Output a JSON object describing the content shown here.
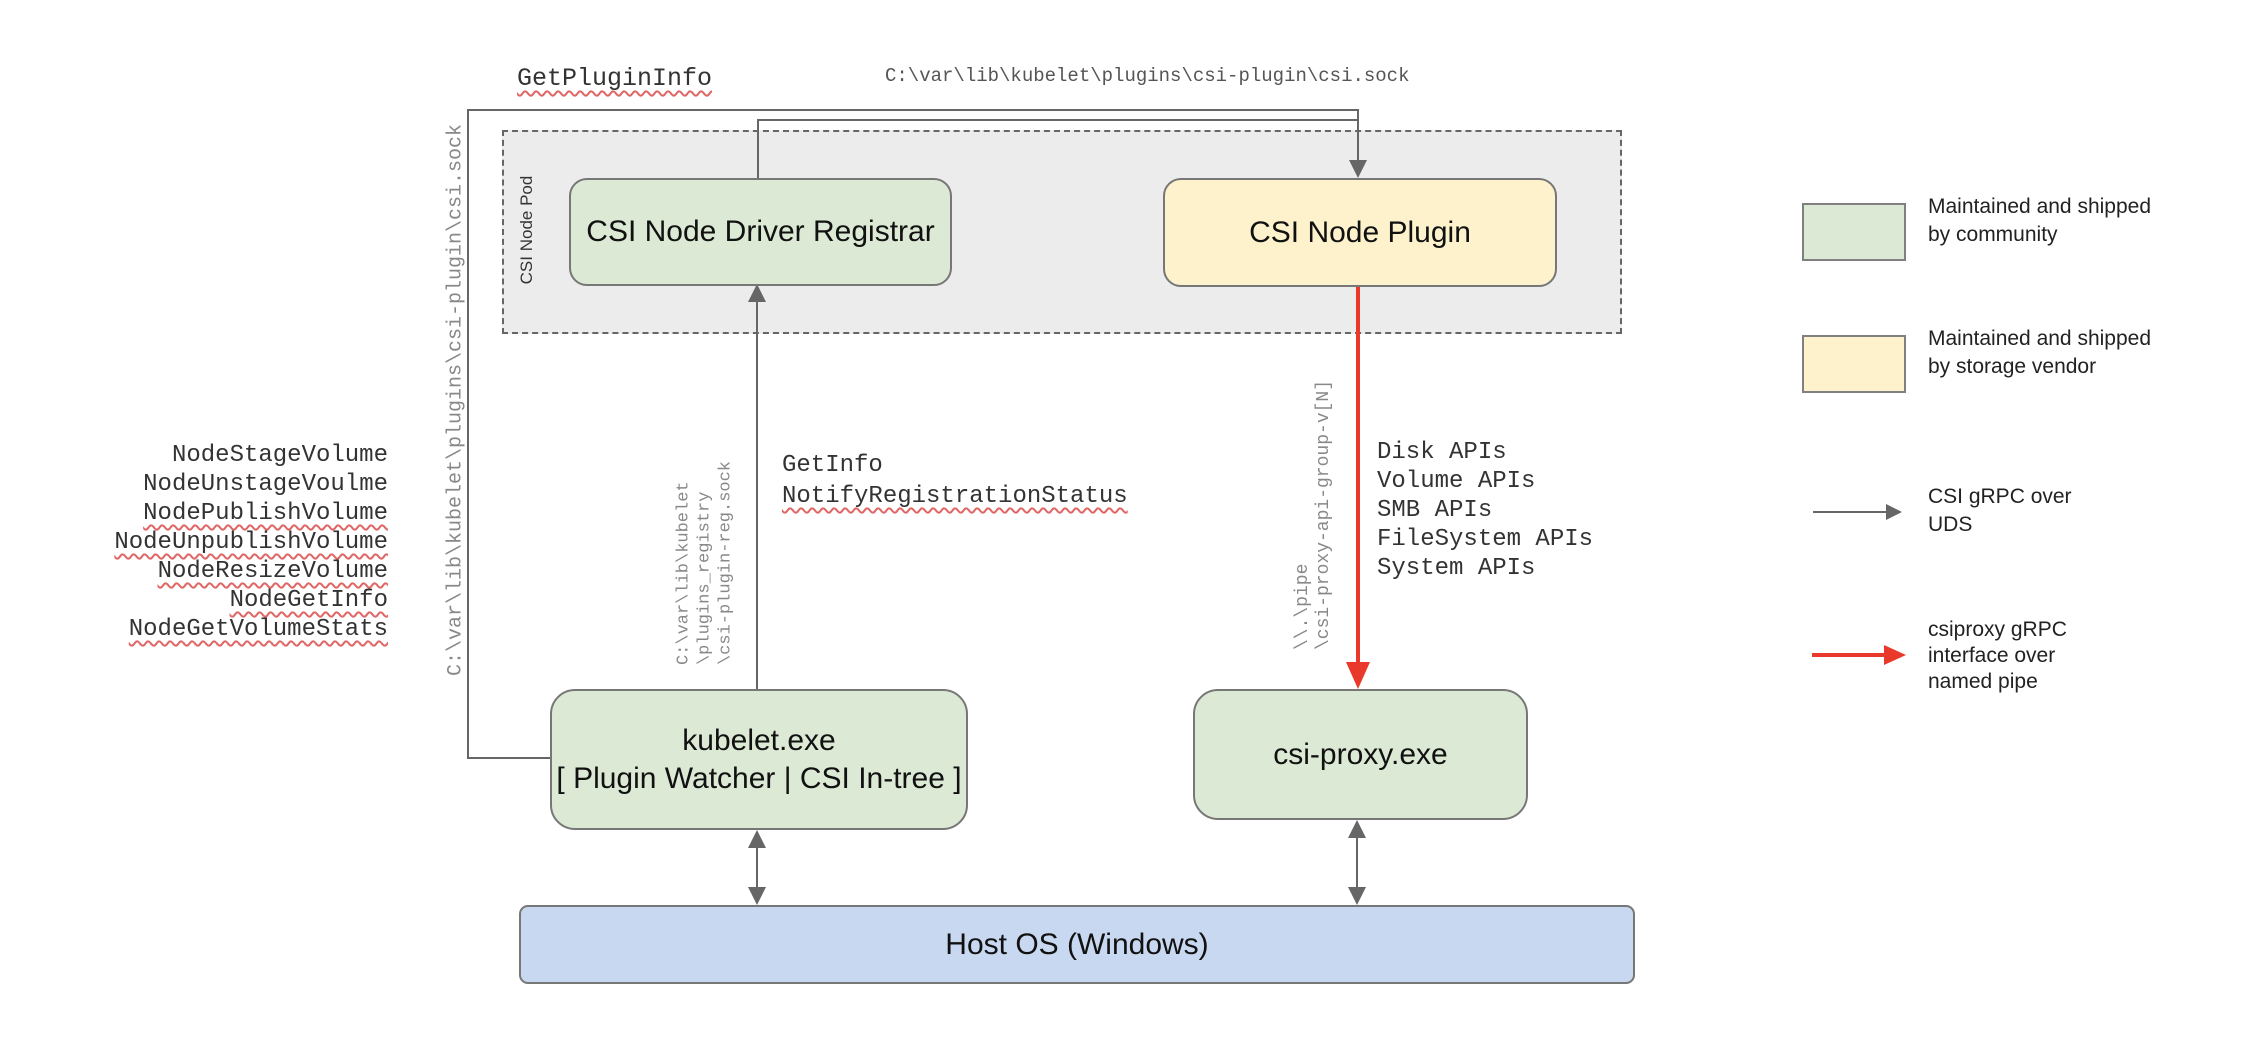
{
  "boxes": {
    "pod_label": "CSI Node Pod",
    "registrar": "CSI Node Driver Registrar",
    "plugin": "CSI Node Plugin",
    "kubelet_line1": "kubelet.exe",
    "kubelet_line2": "[ Plugin Watcher | CSI In-tree ]",
    "csi_proxy": "csi-proxy.exe",
    "host_os": "Host OS (Windows)"
  },
  "edge_labels": {
    "get_plugin_info": "GetPluginInfo",
    "csi_sock_top": "C:\\var\\lib\\kubelet\\plugins\\csi-plugin\\csi.sock",
    "csi_sock_left": "C:\\var\\lib\\kubelet\\plugins\\csi-plugin\\csi.sock",
    "registry_sock_line1": "C:\\var\\lib\\kubelet",
    "registry_sock_line2": "\\plugins_registry",
    "registry_sock_line3": "\\csi-plugin-reg.sock",
    "get_info": "GetInfo",
    "notify_registration_status": "NotifyRegistrationStatus",
    "named_pipe_line1": "\\\\.\\pipe",
    "named_pipe_line2": "\\csi-proxy-api-group-v[N]"
  },
  "kubelet_node_apis": [
    "NodeStageVolume",
    "NodeUnstageVoulme",
    "NodePublishVolume",
    "NodeUnpublishVolume",
    "NodeResizeVolume",
    "NodeGetInfo",
    "NodeGetVolumeStats"
  ],
  "csi_proxy_apis": [
    "Disk APIs",
    "Volume APIs",
    "SMB APIs",
    "FileSystem APIs",
    "System APIs"
  ],
  "legend": {
    "community": {
      "line1": "Maintained and shipped",
      "line2": "by community"
    },
    "vendor": {
      "line1": "Maintained and shipped",
      "line2": "by storage vendor"
    },
    "uds": {
      "line1": "CSI gRPC over",
      "line2": "UDS"
    },
    "named_pipe": {
      "line1": "csiproxy gRPC",
      "line2": "interface over",
      "line3": "named pipe"
    }
  },
  "colors": {
    "community_green": "#dce9d5",
    "vendor_yellow": "#fdf2cc",
    "host_blue": "#c9d8f1",
    "pod_gray": "#ececec",
    "line_gray": "#666666",
    "arrow_red": "#e8392a",
    "squiggle_red": "#e06666"
  }
}
